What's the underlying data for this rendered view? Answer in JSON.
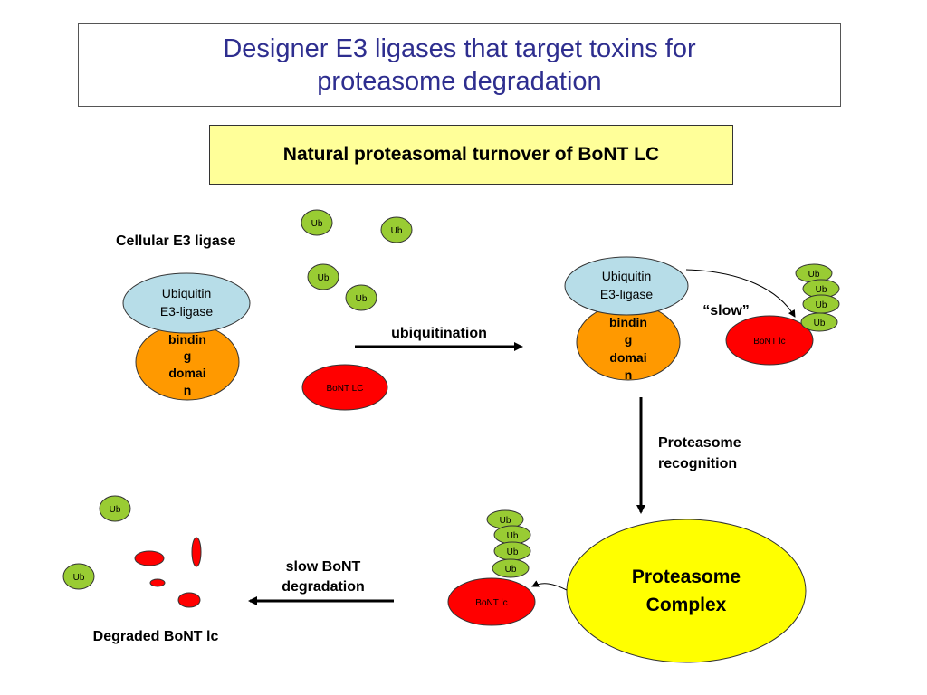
{
  "title": {
    "line1": "Designer E3 ligases that target toxins for",
    "line2": "proteasome degradation"
  },
  "subtitle": "Natural proteasomal turnover of BoNT LC",
  "labels": {
    "cellular_e3": "Cellular E3 ligase",
    "ubiquitination": "ubiquitination",
    "slow": "“slow”",
    "proteasome_recognition_1": "Proteasome",
    "proteasome_recognition_2": "recognition",
    "slow_degradation_1": "slow BoNT",
    "slow_degradation_2": "degradation",
    "degraded": "Degraded BoNT lc"
  },
  "ligase_left": {
    "ubiquitin_1": "Ubiquitin",
    "ubiquitin_2": "E3-ligase",
    "binding_1": "bindin",
    "binding_2": "g",
    "binding_3": "domai",
    "binding_4": "n"
  },
  "ligase_right": {
    "ubiquitin_1": "Ubiquitin",
    "ubiquitin_2": "E3-ligase",
    "binding_1": "bindin",
    "binding_2": "g",
    "binding_3": "domai",
    "binding_4": "n"
  },
  "ub_label": "Ub",
  "bont_free": "BoNT LC",
  "bont_tagged_top": "BoNT lc",
  "bont_tagged_bottom": "BoNT lc",
  "proteasome": {
    "line1": "Proteasome",
    "line2": "Complex"
  },
  "colors": {
    "title_text": "#2e2e8f",
    "subtitle_bg": "#ffff99",
    "ligase": "#b7dde8",
    "binding_domain": "#ff9900",
    "bont": "#ff0000",
    "ub": "#99cc33",
    "proteasome": "#ffff00"
  }
}
